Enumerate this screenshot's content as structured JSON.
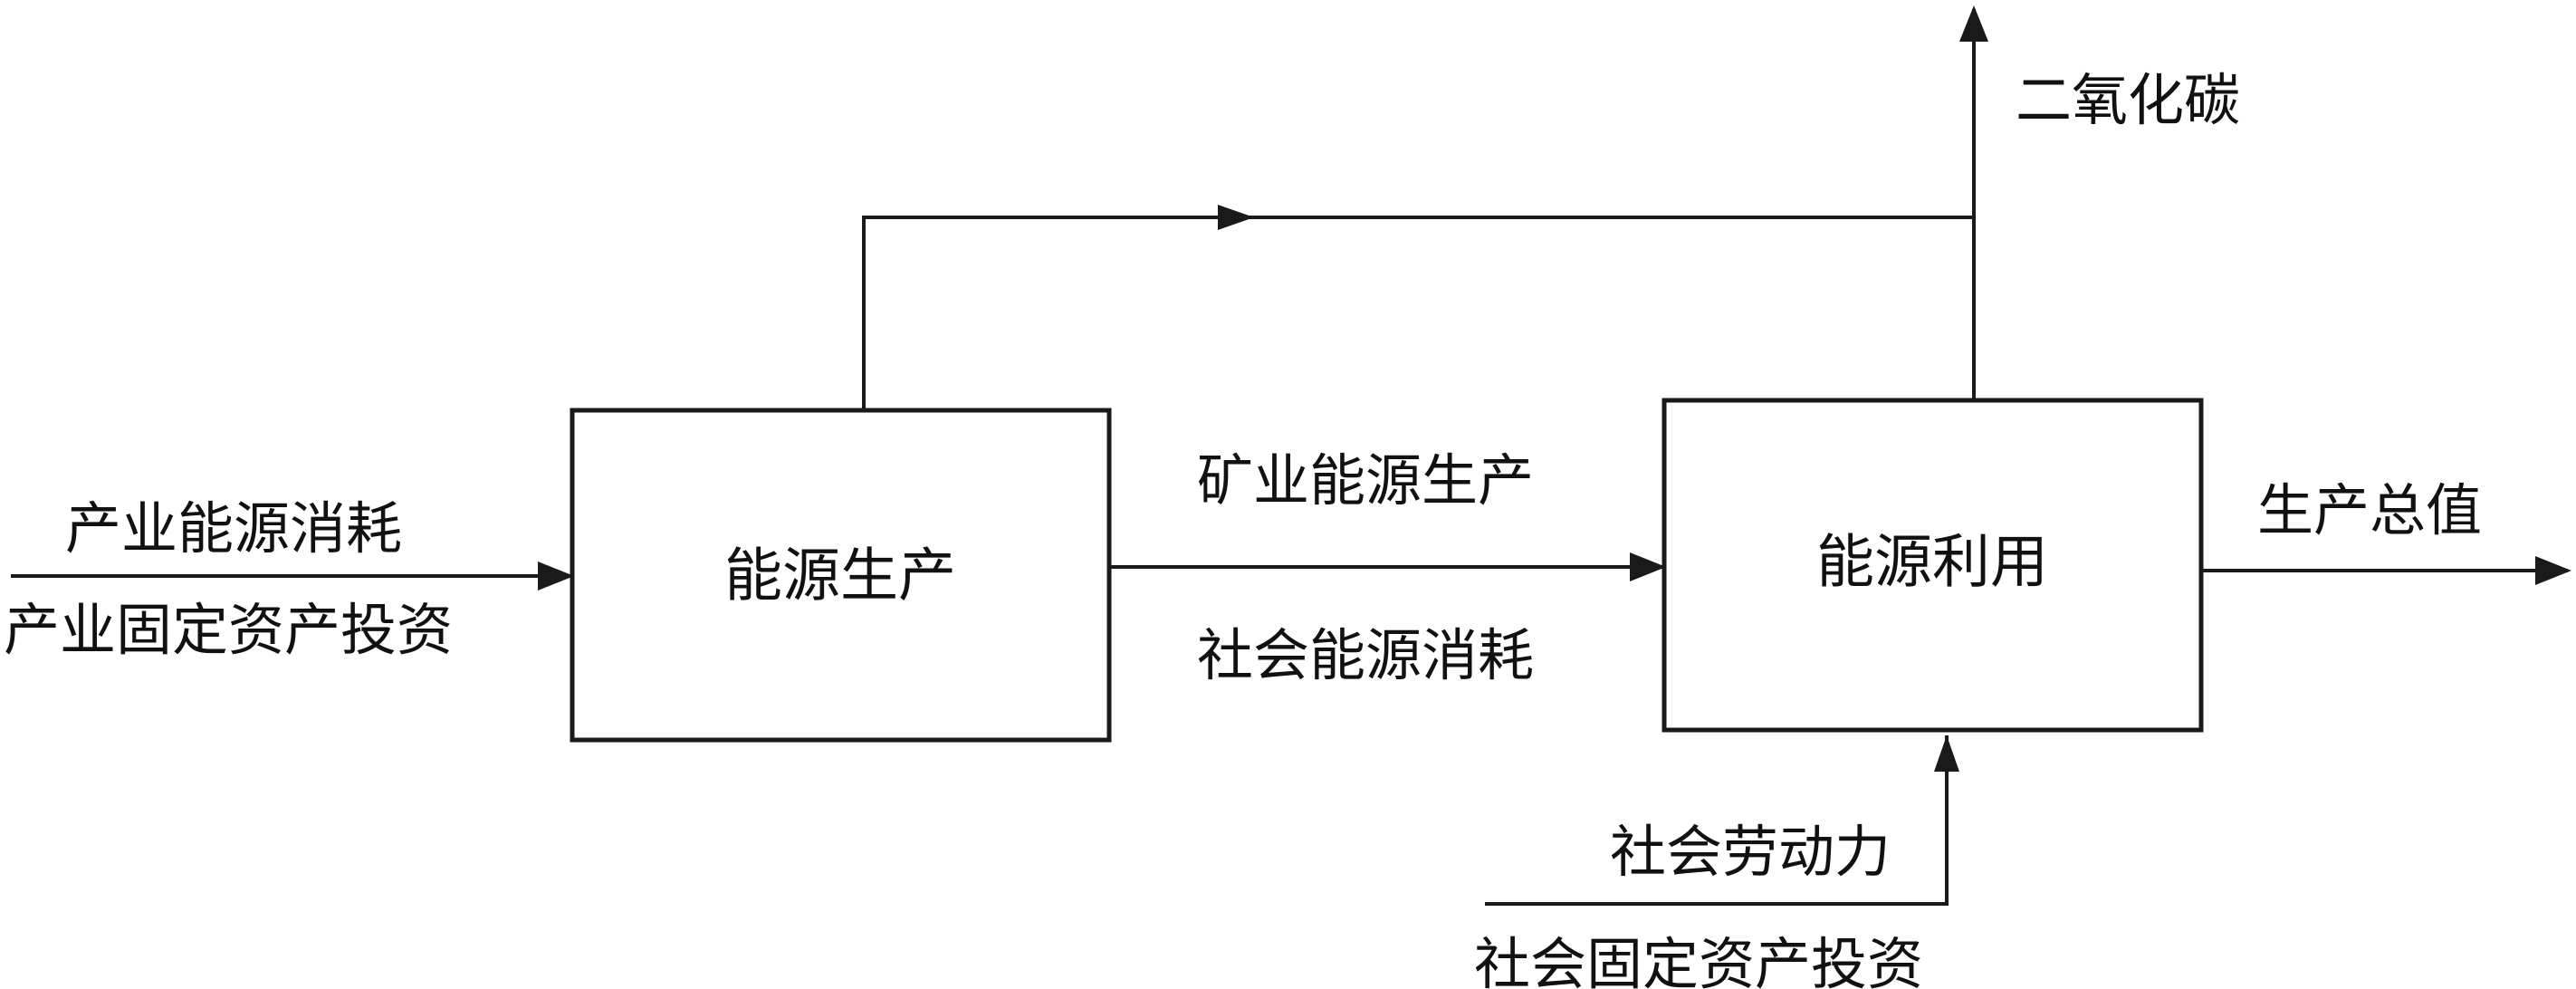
{
  "nodes": {
    "energy_production": "能源生产",
    "energy_utilization": "能源利用"
  },
  "labels": {
    "industry_energy_consumption": "产业能源消耗",
    "industry_fixed_asset_investment": "产业固定资产投资",
    "mining_energy_production": "矿业能源生产",
    "social_energy_consumption": "社会能源消耗",
    "carbon_dioxide": "二氧化碳",
    "gross_output_value": "生产总值",
    "social_labor": "社会劳动力",
    "social_fixed_asset_investment": "社会固定资产投资"
  },
  "colors": {
    "line": "#1a1a1a",
    "text": "#111111",
    "background": "#ffffff"
  }
}
